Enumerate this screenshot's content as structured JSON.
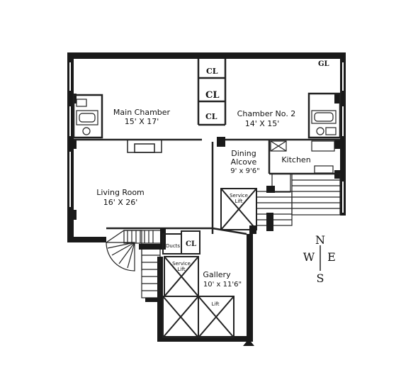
{
  "rooms": {
    "main_chamber": {
      "name": "Main Chamber",
      "dims": "15' X 17'"
    },
    "chamber_2": {
      "name": "Chamber No. 2",
      "dims": "14' X 15'"
    },
    "dining": {
      "name_1": "Dining",
      "name_2": "Alcove",
      "dims": "9' x 9'6\""
    },
    "kitchen": {
      "name": "Kitchen"
    },
    "living": {
      "name": "Living Room",
      "dims": "16' X 26'"
    },
    "gallery": {
      "name": "Gallery",
      "dims": "10' x 11'6\""
    }
  },
  "closets": {
    "cl": "CL",
    "gl": "GL"
  },
  "shafts": {
    "service": "Service",
    "lift": "Lift",
    "ducts": "Ducts"
  },
  "compass": {
    "n": "N",
    "s": "S",
    "e": "E",
    "w": "W"
  },
  "colors": {
    "wall": "#1a1a1a",
    "line": "#222222",
    "background": "#ffffff"
  }
}
